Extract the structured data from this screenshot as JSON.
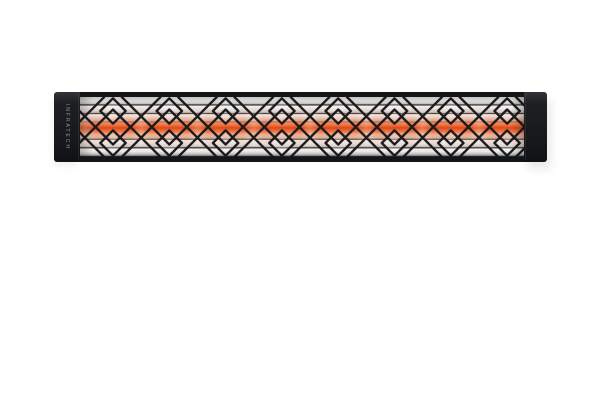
{
  "heater": {
    "brand": "INFRATECH",
    "description": "black electric infrared patio heater with decorative diamond-lattice motif grille and glowing orange element",
    "orientation": "horizontal",
    "diamond_motif_columns": 8,
    "slat_count": 7
  },
  "theme": {
    "background": "#ffffff",
    "frame_black": "#141518",
    "cap_black": "#1e1f22",
    "slat_light": "#f4f3f1",
    "slat_mid": "#e6e5e3",
    "slat_dark": "#cfcdca",
    "slat_shadow": "#b3b1ae",
    "separator": "#2d2d30",
    "lattice_stroke": "#1a1a1c",
    "glow_core": "#da4d21",
    "glow_bright": "#ef6a35",
    "glow_halo": "#f47c48",
    "glow_tint": "#f1a683",
    "brand_text": "#909298"
  }
}
